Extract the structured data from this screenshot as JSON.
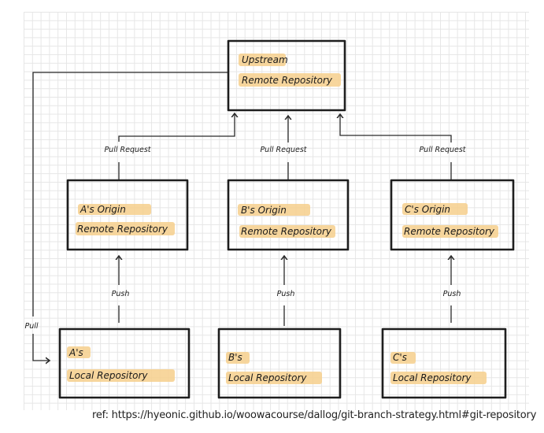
{
  "diagram": {
    "title": "Git repository structure",
    "upstream": {
      "line1": "Upstream",
      "line2": "Remote Repository"
    },
    "origins": [
      {
        "line1": "A's Origin",
        "line2": "Remote Repository"
      },
      {
        "line1": "B's Origin",
        "line2": "Remote Repository"
      },
      {
        "line1": "C's Origin",
        "line2": "Remote Repository"
      }
    ],
    "locals": [
      {
        "line1": "A's",
        "line2": "Local Repository"
      },
      {
        "line1": "B's",
        "line2": "Local Repository"
      },
      {
        "line1": "C's",
        "line2": "Local Repository"
      }
    ],
    "edges": {
      "pull_request": "Pull Request",
      "push": "Push",
      "pull": "Pull"
    },
    "highlight_color": "#f6cf8c",
    "line_color": "#1e1e1e"
  },
  "footer": {
    "ref": "ref: https://hyeonic.github.io/woowacourse/dallog/git-branch-strategy.html#git-repository"
  }
}
